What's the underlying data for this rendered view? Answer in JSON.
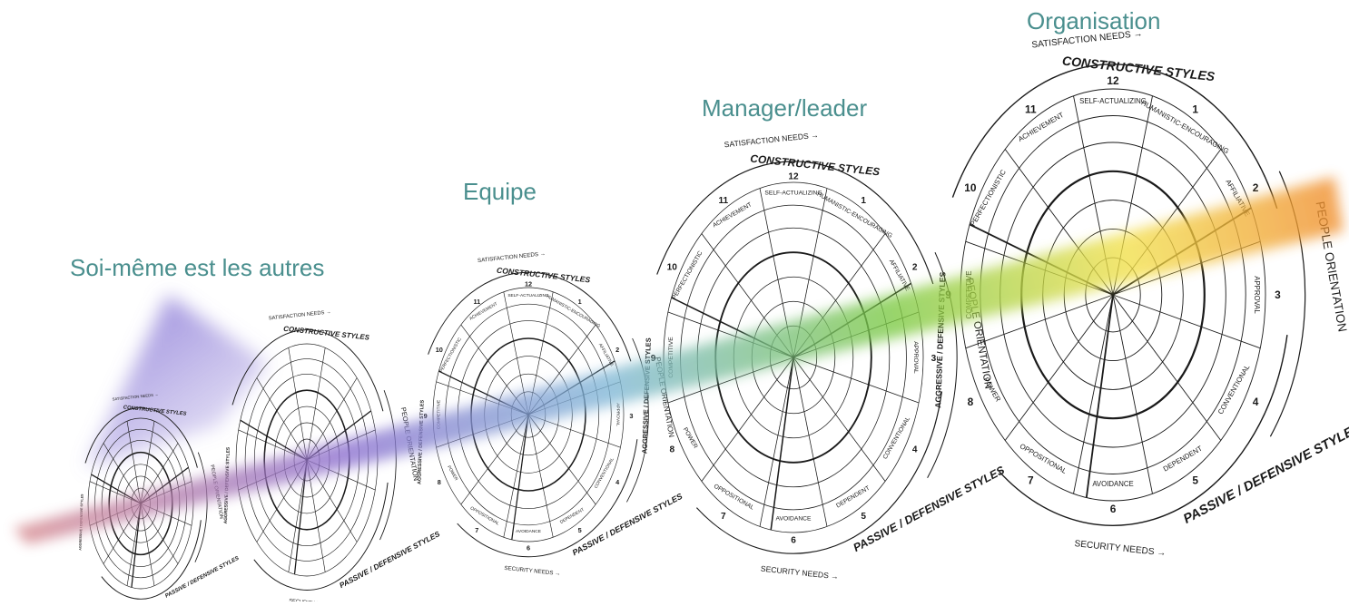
{
  "colors": {
    "label": "#4a8f8e",
    "ink": "#1a1a1a",
    "band": [
      "#d7888c",
      "#8b6fcf",
      "#7fb7d6",
      "#7ac943",
      "#f3e04a",
      "#f08a2a"
    ],
    "cone": "#8f7fd8"
  },
  "levels": [
    {
      "label": "Soi-même est les autres"
    },
    {
      "label": "Equipe"
    },
    {
      "label": "Manager/leader"
    },
    {
      "label": "Organisation"
    }
  ],
  "circumplex": {
    "top_arrow": "SATISFACTION NEEDS",
    "top_title": "CONSTRUCTIVE STYLES",
    "bottom_title": "PASSIVE / DEFENSIVE STYLES",
    "bottom_arrow": "SECURITY NEEDS",
    "right_side": "PEOPLE ORIENTATION",
    "left_side": "AGGRESSIVE / DEFENSIVE STYLES",
    "segments": [
      {
        "num": "1",
        "name": "HUMANISTIC-ENCOURAGING"
      },
      {
        "num": "2",
        "name": "AFFILIATIVE"
      },
      {
        "num": "3",
        "name": "APPROVAL"
      },
      {
        "num": "4",
        "name": "CONVENTIONAL"
      },
      {
        "num": "5",
        "name": "DEPENDENT"
      },
      {
        "num": "6",
        "name": "AVOIDANCE"
      },
      {
        "num": "7",
        "name": "OPPOSITIONAL"
      },
      {
        "num": "8",
        "name": "POWER"
      },
      {
        "num": "9",
        "name": "COMPETITIVE"
      },
      {
        "num": "10",
        "name": "PERFECTIONISTIC"
      },
      {
        "num": "11",
        "name": "ACHIEVEMENT"
      },
      {
        "num": "12",
        "name": "SELF-ACTUALIZING"
      }
    ]
  }
}
